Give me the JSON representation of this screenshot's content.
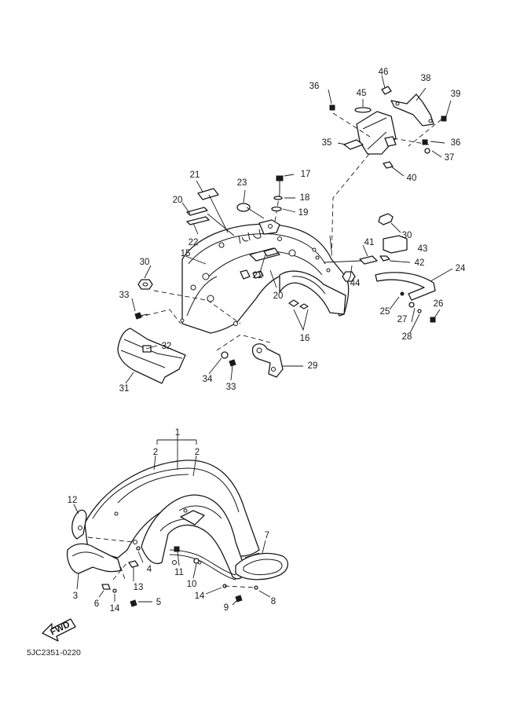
{
  "callouts": [
    "1",
    "2",
    "2",
    "3",
    "4",
    "5",
    "6",
    "7",
    "8",
    "9",
    "10",
    "11",
    "12",
    "13",
    "14",
    "14",
    "15",
    "16",
    "17",
    "18",
    "19",
    "20",
    "20",
    "21",
    "22",
    "22",
    "23",
    "24",
    "25",
    "26",
    "27",
    "28",
    "29",
    "30",
    "30",
    "31",
    "32",
    "33",
    "33",
    "34",
    "35",
    "36",
    "36",
    "37",
    "38",
    "39",
    "40",
    "41",
    "42",
    "43",
    "44",
    "45",
    "46"
  ],
  "fwd_label": "FWD",
  "diagram_code": "5JC2351-0220"
}
